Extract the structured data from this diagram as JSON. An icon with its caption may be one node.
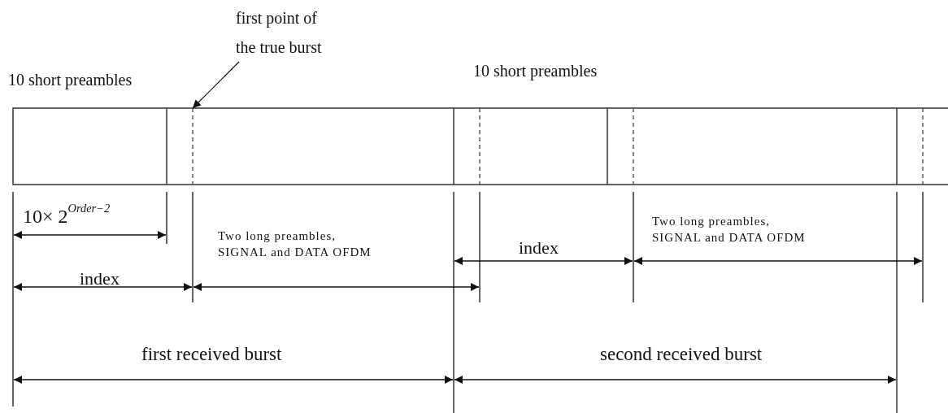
{
  "diagram": {
    "nodes": [
      {
        "text": [
          "first point of the true burst"
        ]
      },
      {
        "text": [],
        "shape": "line"
      }
    ],
    "edges": [
      {
        "from": 0,
        "to": 1,
        "arrow": "to"
      }
    ],
    "labels": [
      "10 short preambles",
      "10 short preambles",
      "10× 2$^{Order−2}$",
      "Two long preambles, SIGNAL and DATA OFDM",
      "index",
      "Two long preambles, SIGNAL and DATA OFDM",
      "index",
      "first received burst",
      "second received burst"
    ]
  }
}
